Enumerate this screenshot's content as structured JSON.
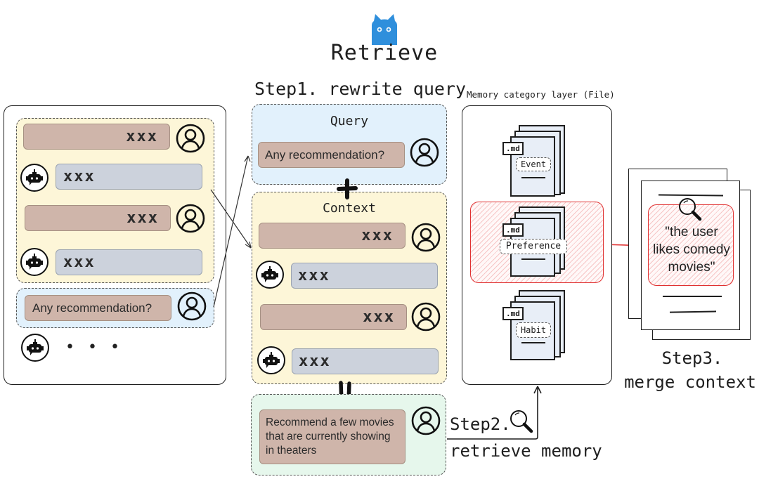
{
  "header": {
    "logo_icon": "cat-icon",
    "logo_color": "#2f8fdc",
    "title": "Retrieve"
  },
  "conversation_panel": {
    "history_messages": [
      {
        "role": "user",
        "text": "xxx"
      },
      {
        "role": "assistant",
        "text": "xxx"
      },
      {
        "role": "user",
        "text": "xxx"
      },
      {
        "role": "assistant",
        "text": "xxx"
      }
    ],
    "latest_query": {
      "role": "user",
      "text": "Any recommendation?"
    },
    "pending_reply": {
      "role": "assistant",
      "text": "• • •"
    }
  },
  "step1": {
    "label": "Step1. rewrite query",
    "query_box": {
      "title": "Query",
      "message": "Any recommendation?"
    },
    "plus_symbol": "+",
    "context_box": {
      "title": "Context",
      "messages": [
        {
          "role": "user",
          "text": "xxx"
        },
        {
          "role": "assistant",
          "text": "xxx"
        },
        {
          "role": "user",
          "text": "xxx"
        },
        {
          "role": "assistant",
          "text": "xxx"
        }
      ]
    },
    "equals_symbol": "=",
    "rewritten_query": "Recommend a few movies that are currently showing in theaters"
  },
  "step2": {
    "label_line1": "Step2.",
    "label_line2": "retrieve memory",
    "icon": "magnifier-icon"
  },
  "memory_layer": {
    "title": "Memory category layer (File)",
    "files": [
      {
        "ext": ".md",
        "category": "Event",
        "highlighted": false
      },
      {
        "ext": ".md",
        "category": "Preference",
        "highlighted": true
      },
      {
        "ext": ".md",
        "category": "Habit",
        "highlighted": false
      }
    ],
    "highlight_color": "#e03131"
  },
  "step3": {
    "retrieved_snippet": "\"the user likes comedy movies\"",
    "label_line1": "Step3.",
    "label_line2": "merge context"
  }
}
